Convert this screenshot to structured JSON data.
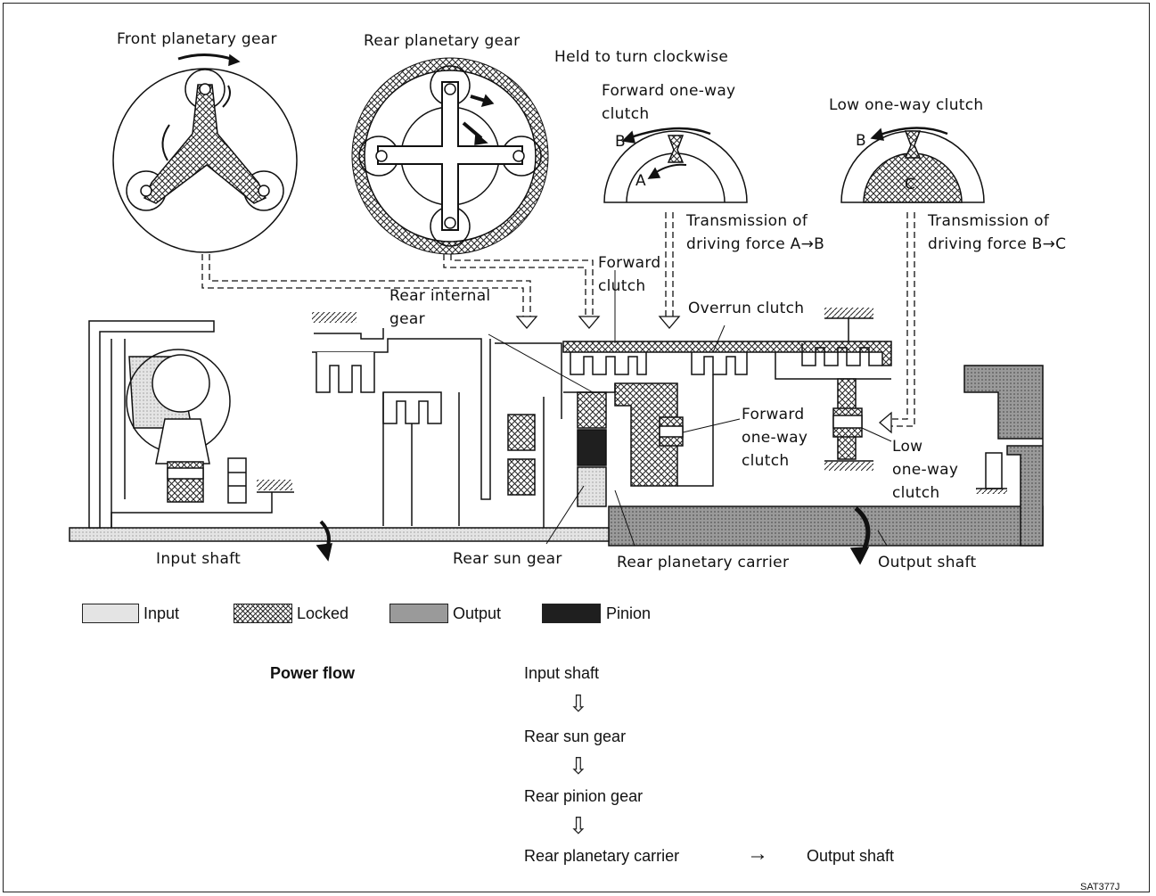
{
  "diagram": {
    "labels": {
      "front_planetary_gear": "Front planetary gear",
      "rear_planetary_gear": "Rear planetary gear",
      "held_clockwise": "Held to turn clockwise",
      "forward_owc_top_1": "Forward one-way",
      "forward_owc_top_2": "clutch",
      "low_owc_top": "Low one-way clutch",
      "letter_a": "A",
      "letter_b1": "B",
      "letter_b2": "B",
      "letter_c": "C",
      "trans_ab_1": "Transmission of",
      "trans_ab_2": "driving force A→B",
      "trans_bc_1": "Transmission of",
      "trans_bc_2": "driving force B→C",
      "forward_clutch_1": "Forward",
      "forward_clutch_2": "clutch",
      "rear_internal_1": "Rear internal",
      "rear_internal_2": "gear",
      "overrun_clutch": "Overrun clutch",
      "forward_owc_1": "Forward",
      "forward_owc_2": "one-way",
      "forward_owc_3": "clutch",
      "low_owc_1": "Low",
      "low_owc_2": "one-way",
      "low_owc_3": "clutch",
      "input_shaft": "Input shaft",
      "rear_sun_gear": "Rear sun gear",
      "rear_planetary_carrier": "Rear planetary carrier",
      "output_shaft": "Output shaft"
    }
  },
  "legend": {
    "input": "Input",
    "locked": "Locked",
    "output": "Output",
    "pinion": "Pinion"
  },
  "power_flow": {
    "title": "Power flow",
    "steps": [
      "Input shaft",
      "Rear sun gear",
      "Rear pinion gear",
      "Rear planetary carrier"
    ],
    "final": "Output shaft",
    "arrow_right": "→",
    "arrow_down": "⇩"
  },
  "figure_code": "SAT377J",
  "colors": {
    "input": "#d9d9d9",
    "output": "#9a9a9a",
    "pinion": "#1f1f1f",
    "line": "#111111"
  }
}
